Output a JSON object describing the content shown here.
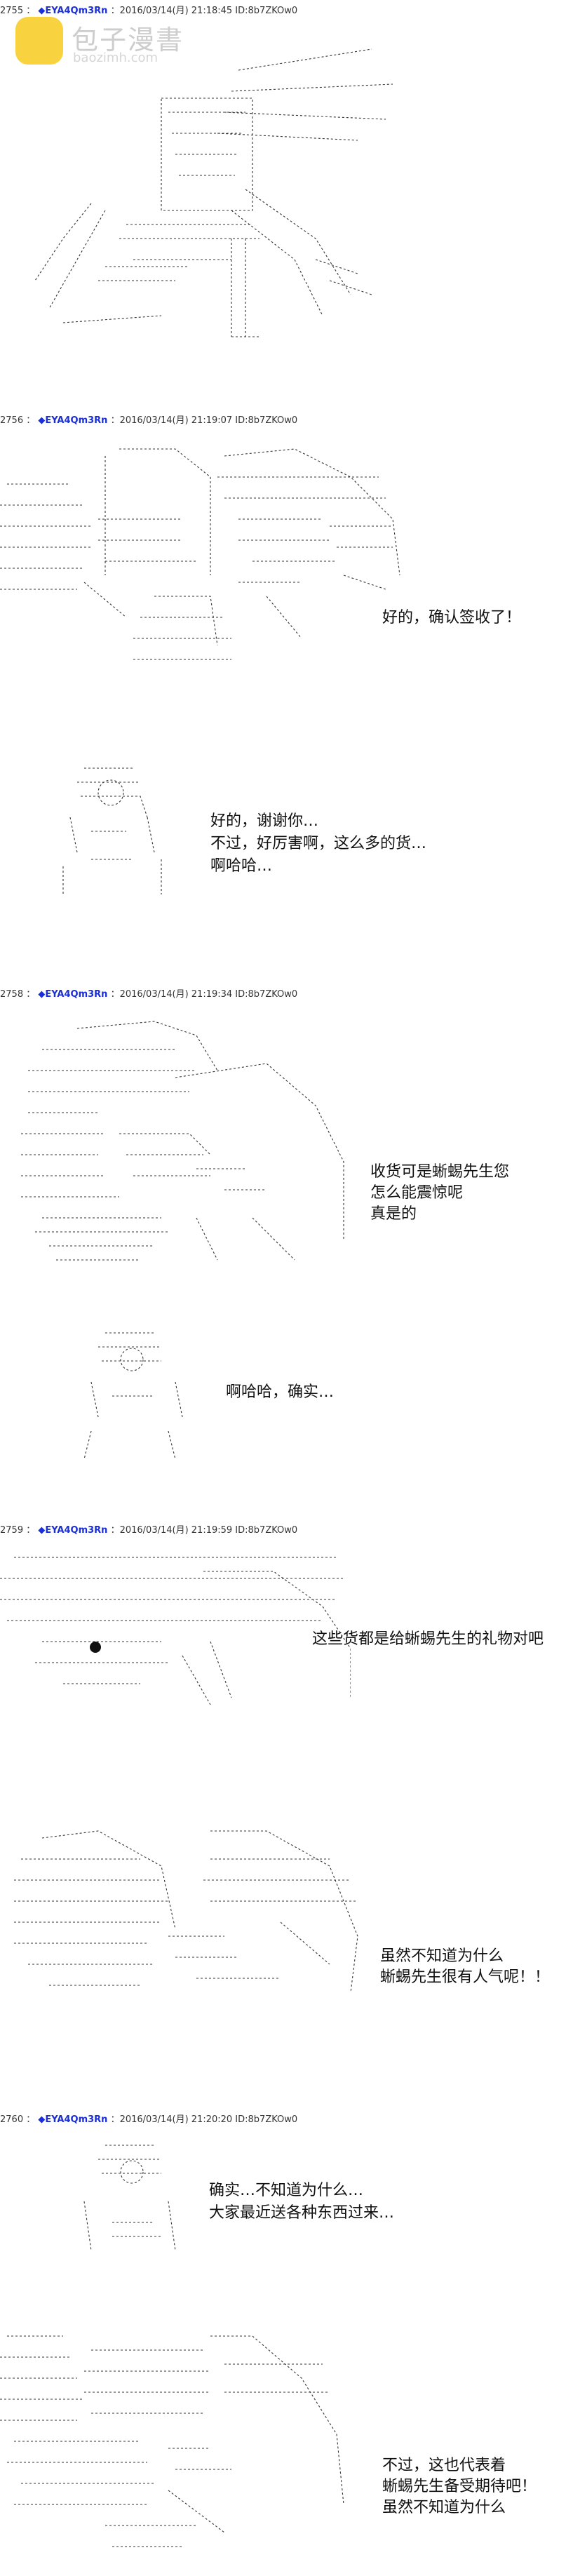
{
  "watermark": {
    "title": "包子漫書",
    "url": "baozimh.com",
    "icon": "bun-logo-icon",
    "color": "#f6c400"
  },
  "posts": [
    {
      "number": "2755",
      "name": "◆EYA4Qm3Rn",
      "meta": "：2016/03/14(月) 21:18:45 ID:8b7ZKOw0",
      "lines": []
    },
    {
      "number": "2756",
      "name": "◆EYA4Qm3Rn",
      "meta": "：2016/03/14(月) 21:19:07 ID:8b7ZKOw0",
      "lines": [
        "好的，确认签收了！",
        "好的，谢谢你…",
        "不过，好厉害啊，这么多的货…",
        "啊哈哈…"
      ]
    },
    {
      "number": "2758",
      "name": "◆EYA4Qm3Rn",
      "meta": "：2016/03/14(月) 21:19:34 ID:8b7ZKOw0",
      "lines": [
        "收货可是蜥蜴先生您",
        "怎么能震惊呢",
        "真是的",
        "啊哈哈，确实…"
      ]
    },
    {
      "number": "2759",
      "name": "◆EYA4Qm3Rn",
      "meta": "：2016/03/14(月) 21:19:59 ID:8b7ZKOw0",
      "lines": [
        "这些货都是给蜥蜴先生的礼物对吧",
        "虽然不知道为什么",
        "蜥蜴先生很有人气呢！！"
      ]
    },
    {
      "number": "2760",
      "name": "◆EYA4Qm3Rn",
      "meta": "：2016/03/14(月) 21:20:20 ID:8b7ZKOw0",
      "lines": [
        "确实…不知道为什么…",
        "大家最近送各种东西过来…",
        "不过，这也代表着",
        "蜥蜴先生备受期待吧！",
        "虽然不知道为什么"
      ]
    }
  ]
}
